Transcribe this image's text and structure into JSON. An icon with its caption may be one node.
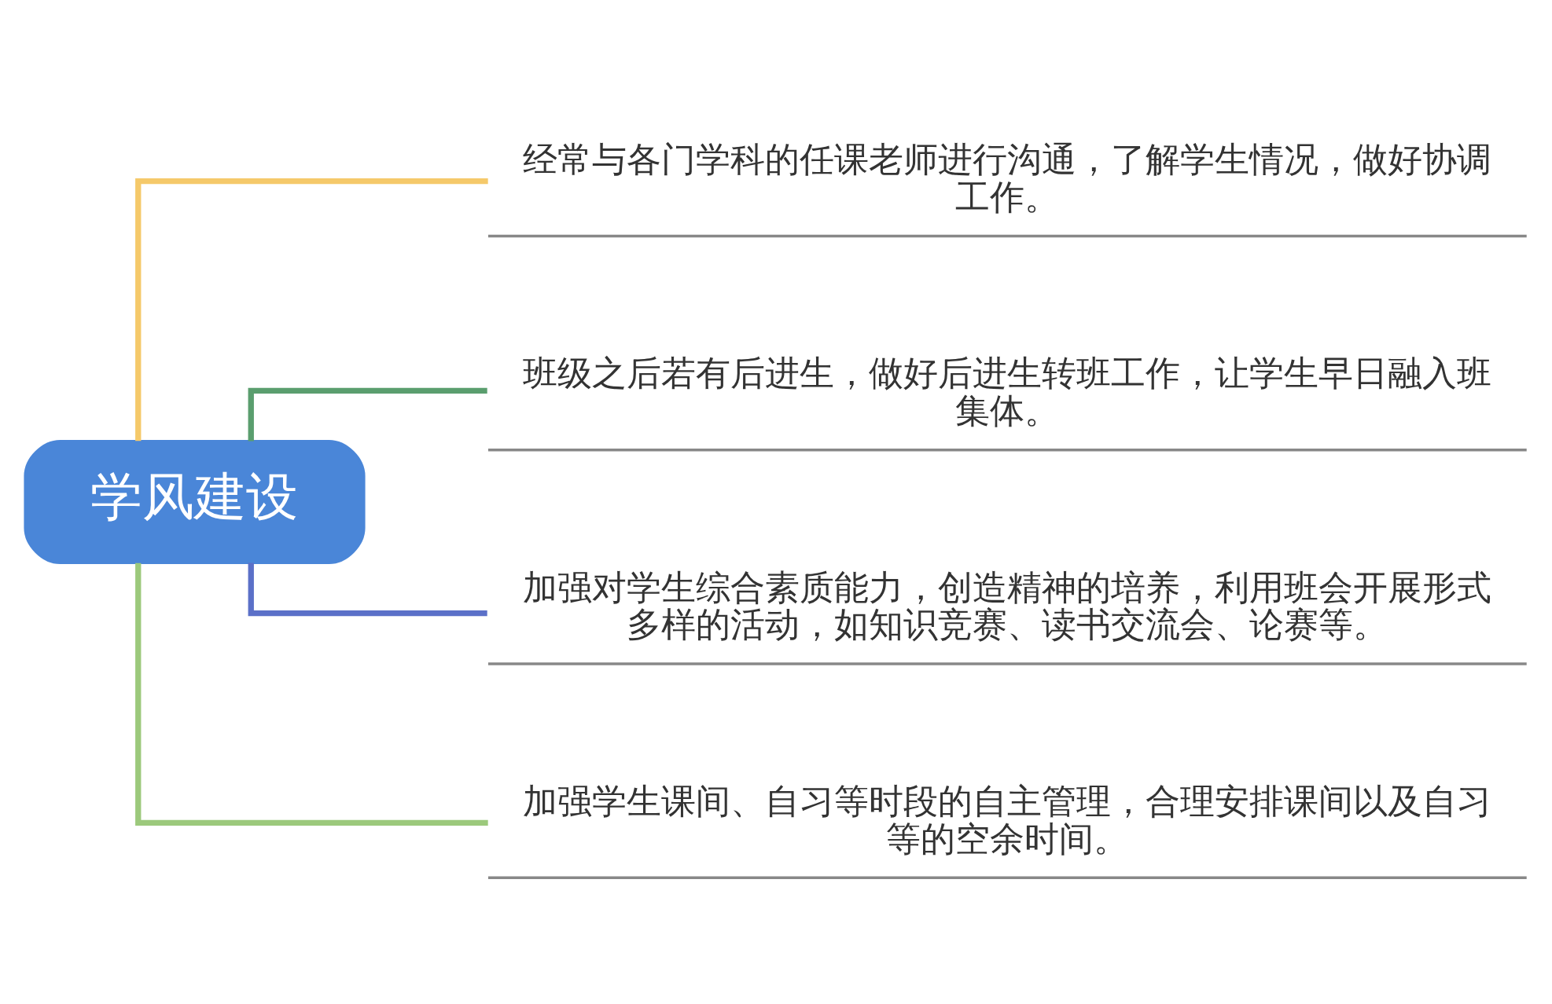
{
  "diagram": {
    "nodes": [
      {
        "text": [
          "学风建设"
        ]
      },
      {
        "text": [
          "经常与各门学科的任课老师进行沟通，了解学生情况，做好协调工作。"
        ]
      },
      {
        "text": [
          "班级之后若有后进生，做好后进生转班工作，让学生早日融入班集体。"
        ]
      },
      {
        "text": [
          "加强对学生综合素质能力，创造精神的培养，利用班会开展形式多样的活动，如知识竞赛、读书交流会、论赛等。"
        ]
      },
      {
        "text": [
          "加强学生课间、自习等时段的自主管理，合理安排课间以及自习等的空余时间。"
        ]
      }
    ],
    "edges": [
      {
        "from": 0,
        "to": 1,
        "arrow": "none",
        "color": "#f5c96a"
      },
      {
        "from": 0,
        "to": 2,
        "arrow": "none",
        "color": "#5a9e6e"
      },
      {
        "from": 0,
        "to": 3,
        "arrow": "none",
        "color": "#5b70c8"
      },
      {
        "from": 0,
        "to": 4,
        "arrow": "none",
        "color": "#9cc97c"
      }
    ]
  }
}
